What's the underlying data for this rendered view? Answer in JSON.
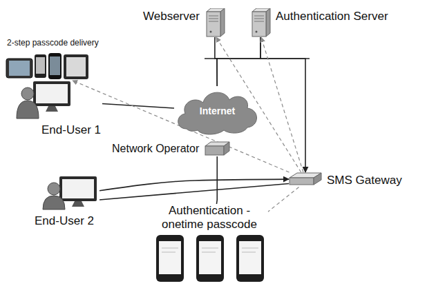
{
  "diagram": {
    "nodes": [
      {
        "text": [
          "2-step passcode delivery"
        ]
      },
      {
        "text": [
          "Webserver"
        ]
      },
      {
        "text": [
          "Authentication Server"
        ]
      },
      {
        "text": [
          "End-User 1"
        ]
      },
      {
        "text": [
          "Internet"
        ]
      },
      {
        "text": [
          "Network Operator"
        ]
      },
      {
        "text": [
          "SMS Gateway"
        ]
      },
      {
        "text": [
          "End-User 2"
        ]
      },
      {
        "text": [
          "Authentication - onetime passcode"
        ]
      }
    ],
    "edges": [
      {
        "from": 3,
        "to": 4,
        "arrow": "none"
      },
      {
        "from": 4,
        "to": 1,
        "arrow": "none"
      },
      {
        "from": 4,
        "to": 2,
        "arrow": "none"
      },
      {
        "from": 2,
        "to": 6,
        "arrow": "to"
      },
      {
        "from": 7,
        "to": 6,
        "arrow": "to"
      },
      {
        "from": 7,
        "to": 6,
        "arrow": "none"
      },
      {
        "from": 6,
        "to": 1,
        "arrow": "to"
      },
      {
        "from": 6,
        "to": 2,
        "arrow": "to"
      },
      {
        "from": 6,
        "to": 0,
        "arrow": "to"
      },
      {
        "from": 6,
        "to": 8,
        "arrow": "none"
      },
      {
        "from": 5,
        "to": 8,
        "arrow": "none"
      }
    ]
  }
}
